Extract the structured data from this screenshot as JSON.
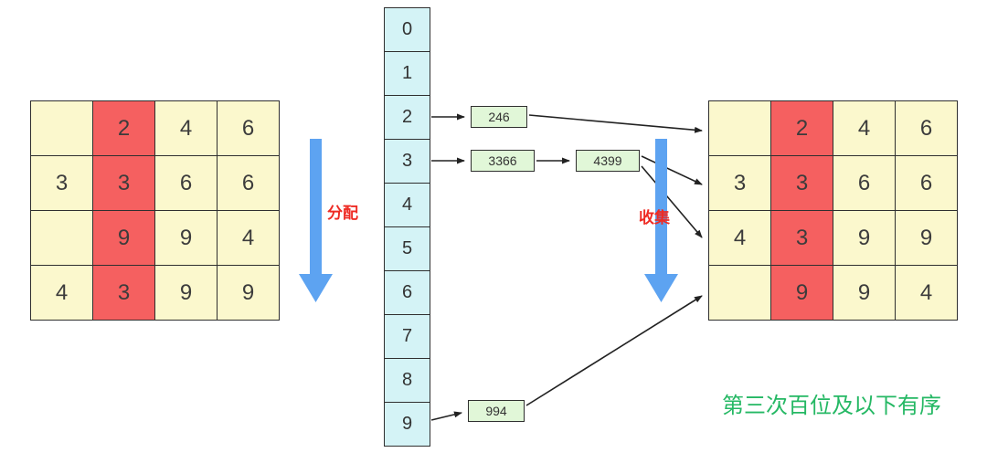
{
  "left_table": {
    "highlight_column": 1,
    "rows": [
      [
        "",
        "2",
        "4",
        "6"
      ],
      [
        "3",
        "3",
        "6",
        "6"
      ],
      [
        "",
        "9",
        "9",
        "4"
      ],
      [
        "4",
        "3",
        "9",
        "9"
      ]
    ]
  },
  "right_table": {
    "highlight_column": 1,
    "rows": [
      [
        "",
        "2",
        "4",
        "6"
      ],
      [
        "3",
        "3",
        "6",
        "6"
      ],
      [
        "4",
        "3",
        "9",
        "9"
      ],
      [
        "",
        "9",
        "9",
        "4"
      ]
    ]
  },
  "buckets": {
    "labels": [
      "0",
      "1",
      "2",
      "3",
      "4",
      "5",
      "6",
      "7",
      "8",
      "9"
    ]
  },
  "bucket_chains": [
    {
      "bucket": "2",
      "values": [
        "246"
      ]
    },
    {
      "bucket": "3",
      "values": [
        "3366",
        "4399"
      ]
    },
    {
      "bucket": "9",
      "values": [
        "994"
      ]
    }
  ],
  "labels": {
    "distribute": "分配",
    "collect": "收集",
    "caption": "第三次百位及以下有序"
  },
  "colors": {
    "cell_bg": "#fbf8cd",
    "highlight_bg": "#f56060",
    "bucket_bg": "#d4f3f6",
    "value_box_bg": "#e1f7d8",
    "big_arrow_blue": "#5da3f1",
    "flow_label_red": "#ee2b24",
    "caption_green": "#25b864"
  }
}
